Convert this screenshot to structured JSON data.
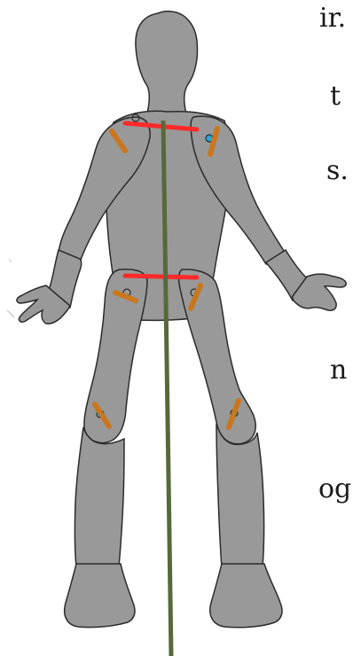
{
  "text_fragments": [
    "ir.",
    "t",
    "s.",
    "n",
    "og"
  ],
  "colors": {
    "figure_fill": "#999999",
    "outline": "#2b2b2b",
    "axis_line": "#57693a",
    "shoulder_bar": "#ff2a2a",
    "hip_bar": "#ff2a2a",
    "joint_marker": "#c8771f",
    "joint_dot": "#27a9d6"
  }
}
